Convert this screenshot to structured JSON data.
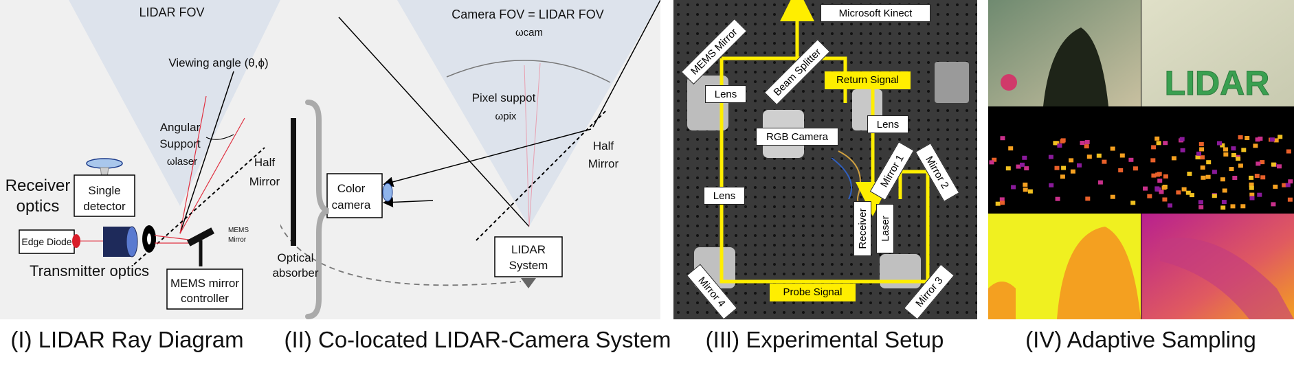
{
  "panel1": {
    "caption": "(I) LIDAR Ray Diagram",
    "fov_label": "LIDAR FOV",
    "viewing_angle": "Viewing angle (θ,ϕ)",
    "angular_line1": "Angular",
    "angular_line2": "Support",
    "angular_symbol": "ωlaser",
    "half_mirror_line1": "Half",
    "half_mirror_line2": "Mirror",
    "receiver_line1": "Receiver",
    "receiver_line2": "optics",
    "single_detector_line1": "Single",
    "single_detector_line2": "detector",
    "edge_diode": "Edge Diode",
    "transmitter": "Transmitter optics",
    "mems_line1": "MEMS",
    "mems_line2": "Mirror",
    "controller_line1": "MEMS mirror",
    "controller_line2": "controller"
  },
  "panel2": {
    "caption": "(II) Co-located LIDAR-Camera System",
    "camera_fov": "Camera FOV = LIDAR FOV",
    "omega_cam": "ωcam",
    "pixel_support": "Pixel suppot",
    "omega_pix": "ωpix",
    "half_mirror_line1": "Half",
    "half_mirror_line2": "Mirror",
    "color_camera_line1": "Color",
    "color_camera_line2": "camera",
    "lidar_system_line1": "LIDAR",
    "lidar_system_line2": "System",
    "optical_absorber_line1": "Optical",
    "optical_absorber_line2": "absorber"
  },
  "panel3": {
    "caption": "(III) Experimental Setup",
    "microsoft_kinect": "Microsoft Kinect",
    "mems_mirror": "MEMS Mirror",
    "beam_splitter": "Beam Splitter",
    "return_signal": "Return Signal",
    "lens_a": "Lens",
    "rgb_camera": "RGB Camera",
    "lens_b": "Lens",
    "lens_c": "Lens",
    "mirror_1": "Mirror 1",
    "mirror_2": "Mirror 2",
    "receiver": "Receiver",
    "laser": "Laser",
    "probe_signal": "Probe Signal",
    "mirror_3": "Mirror 3",
    "mirror_4": "Mirror 4",
    "colors": {
      "beam": "#ffee00",
      "table": "#2a2a2a"
    }
  },
  "panel4": {
    "caption": "(IV) Adaptive Sampling",
    "lidar_word": "LIDAR",
    "colors": {
      "depth_yellow": "#f0f020",
      "depth_orange": "#f4a020",
      "depth_magenta": "#b8208e"
    }
  }
}
